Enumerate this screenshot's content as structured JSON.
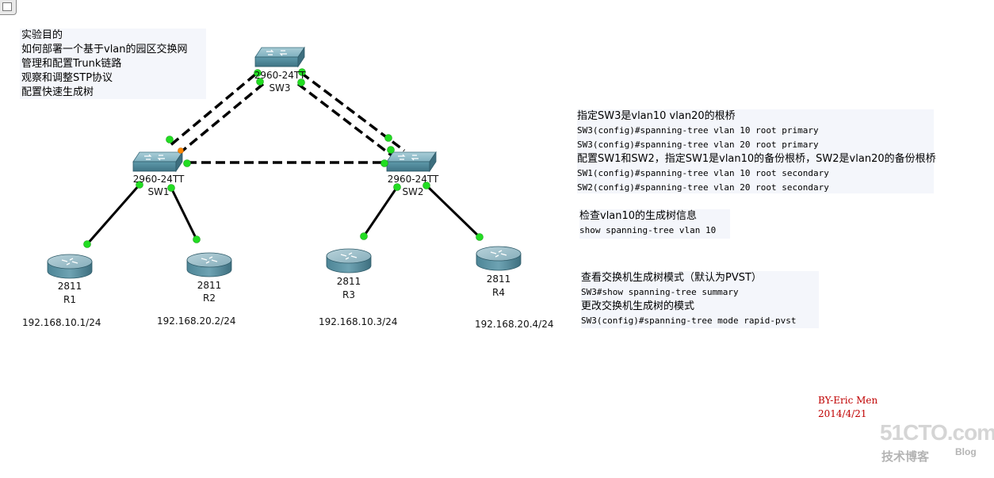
{
  "objectives": {
    "lines": [
      "实验目的",
      "如何部署一个基于vlan的园区交换网",
      "管理和配置Trunk链路",
      "观察和调整STP协议",
      "配置快速生成树"
    ]
  },
  "devices": {
    "sw3": {
      "model": "2960-24TT",
      "name": "SW3"
    },
    "sw1": {
      "model": "2960-24TT",
      "name": "SW1"
    },
    "sw2": {
      "model": "2960-24TT",
      "name": "SW2"
    },
    "r1": {
      "model": "2811",
      "name": "R1",
      "ip": "192.168.10.1/24"
    },
    "r2": {
      "model": "2811",
      "name": "R2",
      "ip": "192.168.20.2/24"
    },
    "r3": {
      "model": "2811",
      "name": "R3",
      "ip": "192.168.10.3/24"
    },
    "r4": {
      "model": "2811",
      "name": "R4",
      "ip": "192.168.20.4/24"
    }
  },
  "root_bridge_note": {
    "title": "指定SW3是vlan10 vlan20的根桥",
    "cmd1": "SW3(config)#spanning-tree vlan 10 root primary",
    "cmd2": "SW3(config)#spanning-tree vlan 20 root primary",
    "backup": "配置SW1和SW2，指定SW1是vlan10的备份根桥，SW2是vlan20的备份根桥",
    "cmd3": "SW1(config)#spanning-tree vlan 10 root secondary",
    "cmd4": "SW2(config)#spanning-tree vlan 20 root secondary"
  },
  "check_note": {
    "title": "检查vlan10的生成树信息",
    "cmd": "show spanning-tree vlan 10"
  },
  "mode_note": {
    "title": "查看交换机生成树模式（默认为PVST）",
    "cmd1": "SW3#show spanning-tree summary",
    "change": "更改交换机生成树的模式",
    "cmd2": "SW3(config)#spanning-tree mode rapid-pvst"
  },
  "credit": {
    "author": "BY-Eric Men",
    "date": "2014/4/21"
  },
  "watermark": {
    "brand": "51CTO.com",
    "sub": "技术博客",
    "blog": "Blog"
  },
  "colors": {
    "link_up": "#22dd22",
    "link_blocked": "#ff8800",
    "credit": "#c00000",
    "switch": "#5f9aab"
  }
}
